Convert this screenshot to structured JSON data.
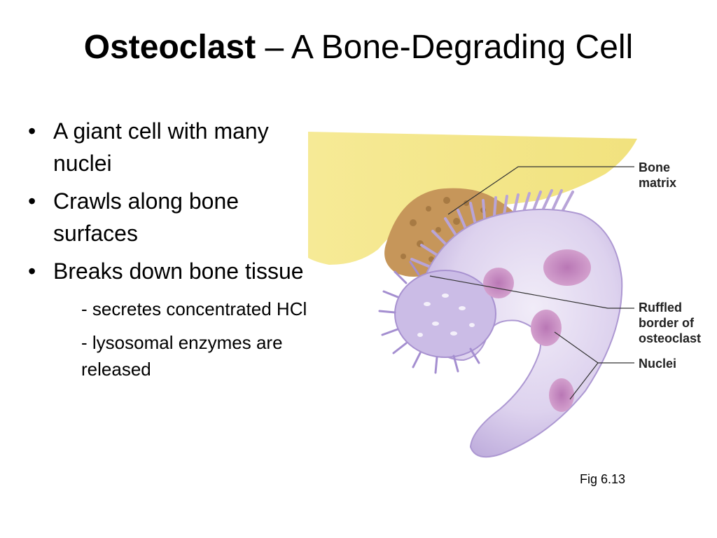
{
  "slide": {
    "title_bold": "Osteoclast",
    "title_rest": " – A Bone-Degrading Cell",
    "bullets": [
      "A giant cell with many nuclei",
      "Crawls along bone surfaces",
      "Breaks down bone tissue"
    ],
    "sub_items": [
      "- secretes concentrated HCl",
      "- lysosomal enzymes are released"
    ],
    "bullet_glyph": "•"
  },
  "figure": {
    "labels": {
      "bone_matrix_1": "Bone",
      "bone_matrix_2": "matrix",
      "ruffled_1": "Ruffled",
      "ruffled_2": "border of",
      "ruffled_3": "osteoclast",
      "nuclei": "Nuclei"
    },
    "caption": "Fig 6.13",
    "colors": {
      "bone_matrix": "#f3e58c",
      "bone_pitted": "#c99a5a",
      "cell_body": "#d8ccec",
      "cell_edge": "#b8a4d8",
      "nucleus": "#c98fc4"
    }
  }
}
